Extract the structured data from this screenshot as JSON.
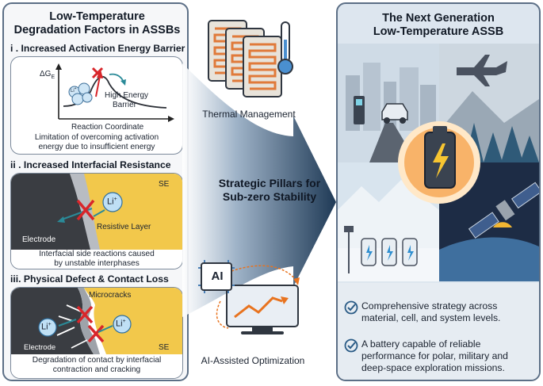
{
  "left": {
    "title_line1": "Low-Temperature",
    "title_line2": "Degradation Factors in ASSBs",
    "section1": {
      "heading": "i . Increased Activation Energy Barrier",
      "axis_y": "ΔG",
      "axis_y_sub": "E",
      "bubble": "Li",
      "bubble_sup": "+",
      "barrier_line1": "High Energy",
      "barrier_line2": "Barrier",
      "axis_x": "Reaction Coordinate",
      "caption_line1": "Limitation of overcoming activation",
      "caption_line2": "energy due to insufficient energy"
    },
    "section2": {
      "heading": "ii . Increased Interfacial Resistance",
      "se": "SE",
      "li": "Li",
      "li_sup": "+",
      "electrode": "Electrode",
      "resistive": "Resistive Layer",
      "caption_line1": "Interfacial side reactions caused",
      "caption_line2": "by unstable interphases"
    },
    "section3": {
      "heading": "iii. Physical Defect & Contact Loss",
      "microcracks": "Microcracks",
      "li": "Li",
      "li_sup": "+",
      "electrode": "Electrode",
      "se": "SE",
      "caption_line1": "Degradation of contact by interfacial",
      "caption_line2": "contraction and cracking"
    }
  },
  "center": {
    "thermal_label": "Thermal Management",
    "pillars_line1": "Strategic Pillars for",
    "pillars_line2": "Sub-zero Stability",
    "ai_chip_text": "AI",
    "ai_label": "AI-Assisted Optimization"
  },
  "right": {
    "title_line1": "The Next Generation",
    "title_line2": "Low-Temperature ASSB",
    "bullet1_line1": "Comprehensive strategy across",
    "bullet1_line2": "material, cell, and system levels.",
    "bullet2_line1": "A battery capable of reliable",
    "bullet2_line2": "performance for polar, military and",
    "bullet2_line3": "deep-space exploration missions."
  },
  "colors": {
    "panel_border": "#5c6f86",
    "arrow_dark": "#1f3a56",
    "se_yellow": "#f2c84b",
    "electrode_dark": "#3a3d42",
    "red_cross": "#d8262b",
    "li_blue": "#bfe0f5",
    "ai_orange": "#e8731f"
  }
}
